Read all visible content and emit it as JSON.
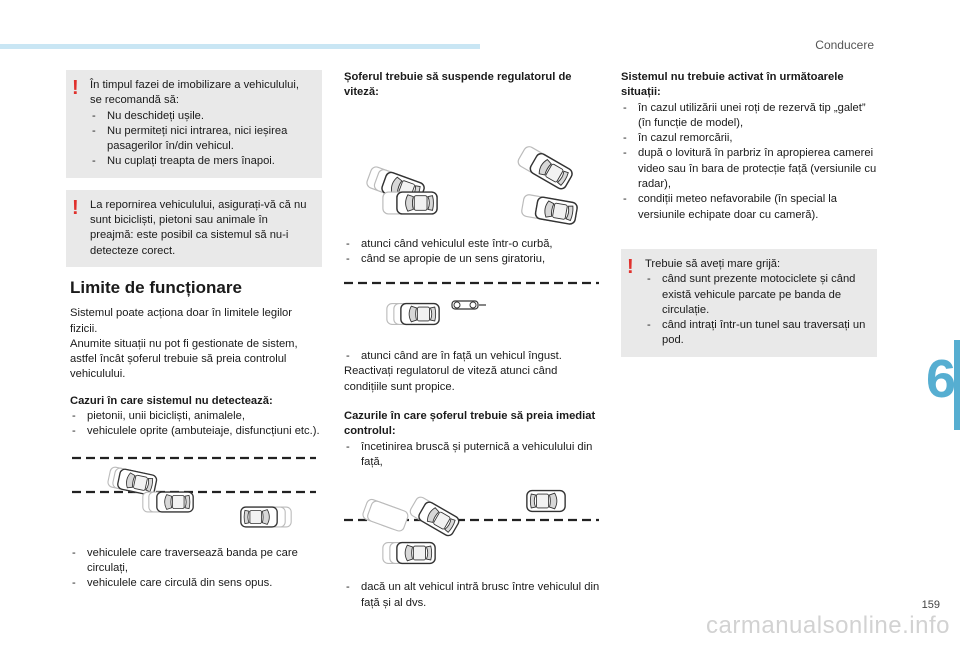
{
  "header": {
    "chapter": "Conducere",
    "chapter_number": "6",
    "page_number": "159",
    "watermark": "carmanualsonline.info"
  },
  "colors": {
    "accent": "#56aed1",
    "warning": "#e0312d",
    "box_bg": "#e9e9e9"
  },
  "left": {
    "warn1": {
      "text": "În timpul fazei de imobilizare a vehiculului, se recomandă să:",
      "items": [
        "Nu deschideți ușile.",
        "Nu permiteți nici intrarea, nici ieșirea pasagerilor în/din vehicul.",
        "Nu cuplați treapta de mers înapoi."
      ]
    },
    "warn2": {
      "text": "La repornirea vehiculului, asigurați-vă că nu sunt bicicliști, pietoni sau animale în preajmă: este posibil ca sistemul să nu-i detecteze corect."
    },
    "heading": "Limite de funcționare",
    "intro1": "Sistemul poate acționa doar în limitele legilor fizicii.",
    "intro2": "Anumite situații nu pot fi gestionate de sistem, astfel încât șoferul trebuie să preia controlul vehiculului.",
    "cases_title": "Cazuri în care sistemul nu detectează:",
    "cases": [
      "pietonii, unii bicicliști, animalele,",
      "vehiculele oprite (ambuteiaje, disfuncțiuni etc.)."
    ],
    "cases2": [
      "vehiculele care traversează banda pe care circulați,",
      "vehiculele care circulă din sens opus."
    ]
  },
  "middle": {
    "title": "Șoferul trebuie să suspende regulatorul de viteză:",
    "items1": [
      "atunci când vehiculul este într-o curbă,",
      "când se apropie de un sens giratoriu,"
    ],
    "items2": [
      "atunci când are în față un vehicul îngust."
    ],
    "reactivate": "Reactivați regulatorul de viteză atunci când condițiile sunt propice.",
    "takeover_title": "Cazurile în care șoferul trebuie să preia imediat controlul:",
    "items3": [
      "încetinirea bruscă și puternică a vehiculului din față,"
    ],
    "items4": [
      "dacă un alt vehicul intră brusc între vehiculul din față și al dvs."
    ]
  },
  "right": {
    "title": "Sistemul nu trebuie activat în următoarele situații:",
    "items": [
      "în cazul utilizării unei roți de rezervă tip „galet” (în funcție de model),",
      "în cazul remorcării,",
      "după o lovitură în parbriz în apropierea camerei video sau în bara de protecție față (versiunile cu radar),",
      "condiții meteo nefavorabile (în special la versiunile echipate doar cu cameră)."
    ],
    "warn": {
      "text": "Trebuie să aveți mare grijă:",
      "items": [
        "când sunt prezente motociclete și când există vehicule parcate pe banda de circulație.",
        "când intrați într-un tunel sau traversați un pod."
      ]
    }
  }
}
